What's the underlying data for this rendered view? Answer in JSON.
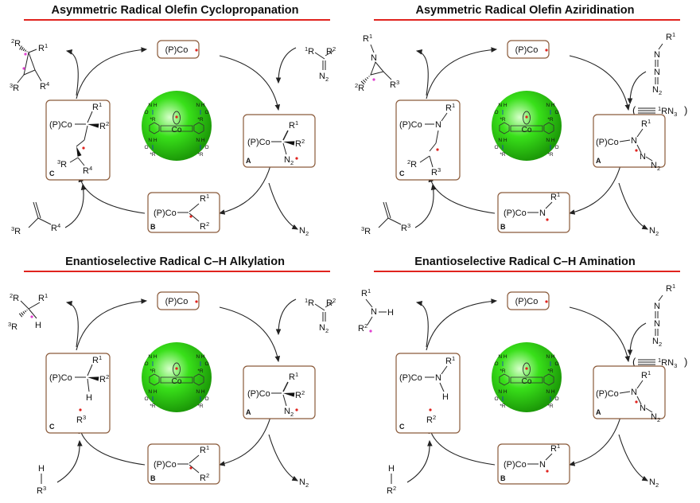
{
  "panels": [
    {
      "title": "Asymmetric Radical Olefin Cyclopropanation",
      "kind": "cyclo",
      "center_label": "Co",
      "catalyst_top": "(P)Co",
      "box_A_label": "A",
      "box_B_label": "B",
      "box_C_label": "C",
      "box_A_text": "(P)Co",
      "box_B_text": "(P)Co",
      "box_C_text": "(P)Co",
      "n2": "N",
      "n2_sub": "2"
    },
    {
      "title": "Asymmetric Radical Olefin Aziridination",
      "kind": "azir",
      "center_label": "Co",
      "catalyst_top": "(P)Co",
      "box_A_label": "A",
      "box_B_label": "B",
      "box_C_label": "C",
      "box_A_text": "(P)Co",
      "box_B_text": "(P)Co",
      "box_C_text": "(P)Co",
      "n2": "N",
      "n2_sub": "2",
      "azide_paren": "RN"
    },
    {
      "title": "Enantioselective Radical C–H Alkylation",
      "kind": "alk",
      "center_label": "Co",
      "catalyst_top": "(P)Co",
      "box_A_label": "A",
      "box_B_label": "B",
      "box_C_label": "C",
      "box_A_text": "(P)Co",
      "box_B_text": "(P)Co",
      "box_C_text": "(P)Co",
      "n2": "N",
      "n2_sub": "2"
    },
    {
      "title": "Enantioselective Radical C–H Amination",
      "kind": "amin",
      "center_label": "Co",
      "catalyst_top": "(P)Co",
      "box_A_label": "A",
      "box_B_label": "B",
      "box_C_label": "C",
      "box_A_text": "(P)Co",
      "box_B_text": "(P)Co",
      "box_C_text": "(P)Co",
      "n2": "N",
      "n2_sub": "2",
      "azide_paren": "RN"
    }
  ],
  "colors": {
    "title_rule": "#e0231e",
    "box_border": "#8a5a3a",
    "ball": "#39e01a",
    "ring": "#1a2fd1",
    "radical": "#e0231e",
    "stereo": "#e040d0",
    "co_text": "#e0231e"
  }
}
